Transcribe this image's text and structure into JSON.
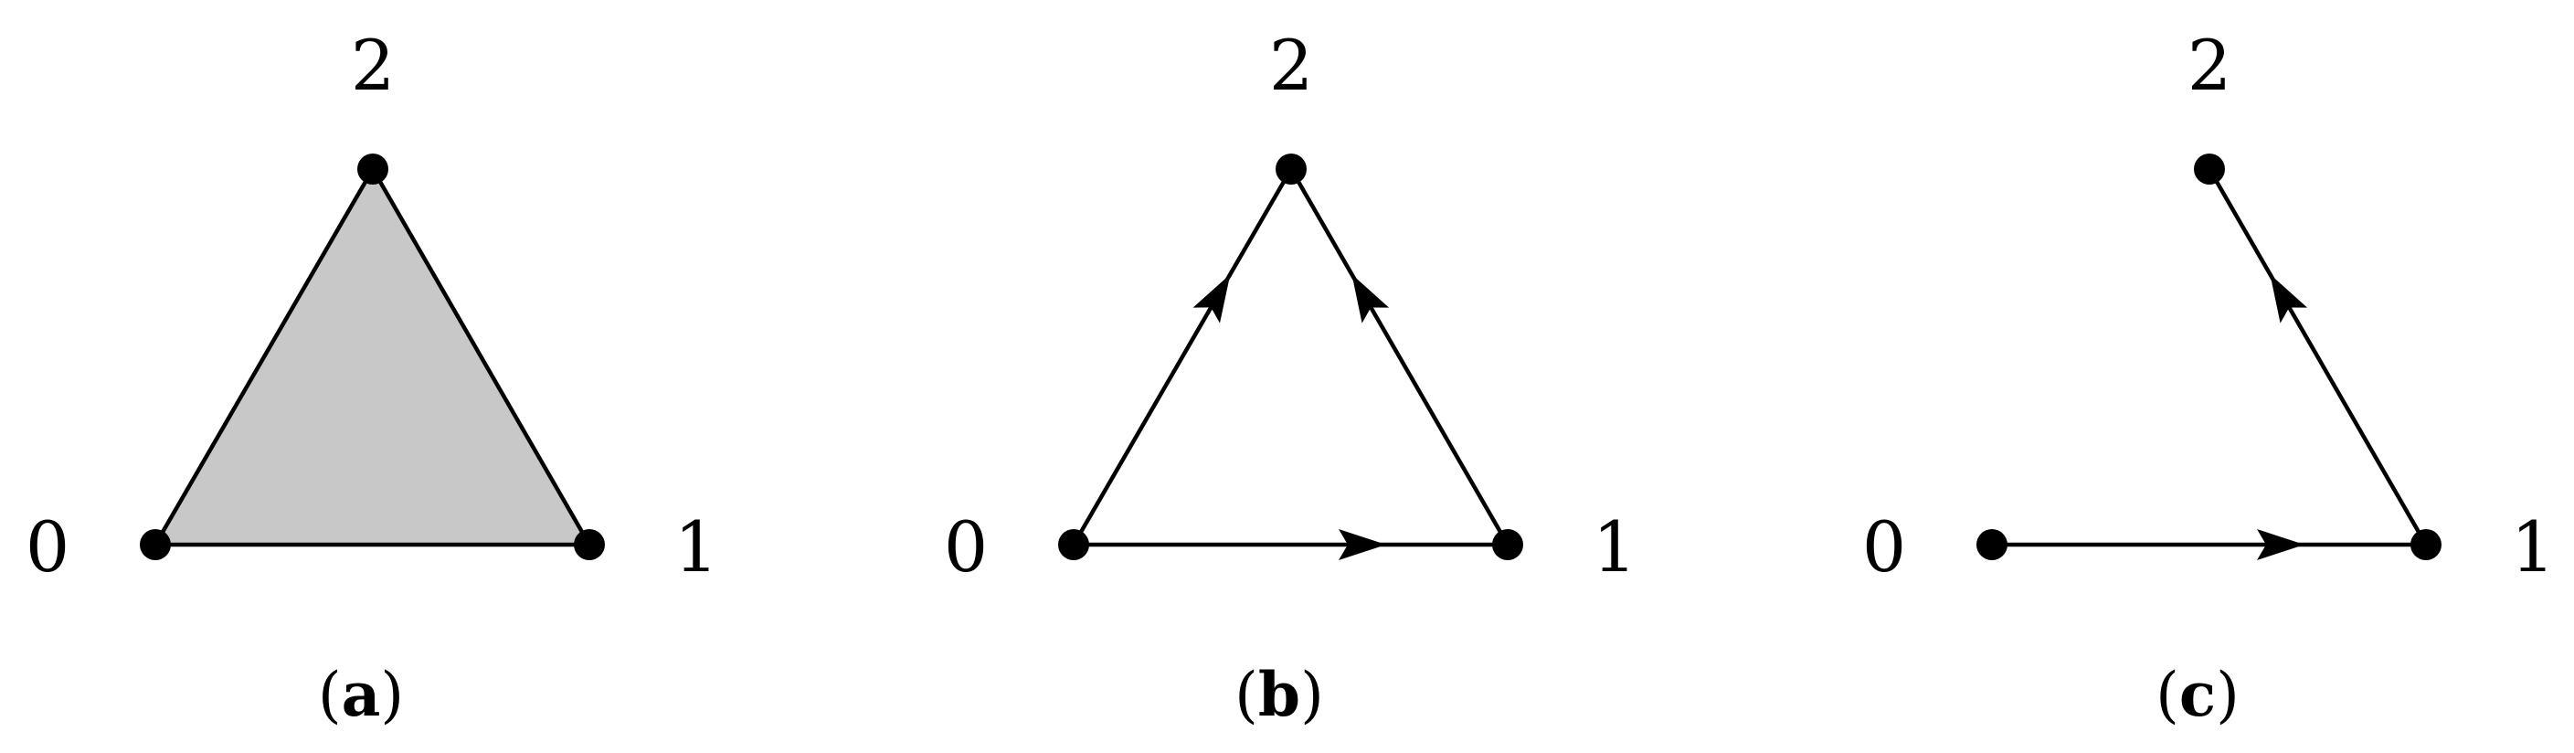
{
  "colors": {
    "stroke": "#000000",
    "fill_shaded": "#c8c8c8",
    "background": "#ffffff"
  },
  "panels": [
    {
      "id": "a",
      "caption_open": "(",
      "caption_letter": "a",
      "caption_close": ")",
      "shaded": true,
      "vertices": [
        {
          "label": "0"
        },
        {
          "label": "1"
        },
        {
          "label": "2"
        }
      ],
      "edges": [
        "0-1",
        "1-2",
        "0-2"
      ],
      "arrows": []
    },
    {
      "id": "b",
      "caption_open": "(",
      "caption_letter": "b",
      "caption_close": ")",
      "shaded": false,
      "vertices": [
        {
          "label": "0"
        },
        {
          "label": "1"
        },
        {
          "label": "2"
        }
      ],
      "edges": [
        "0-1",
        "1-2",
        "0-2"
      ],
      "arrows": [
        "0->1",
        "0->2",
        "1->2"
      ]
    },
    {
      "id": "c",
      "caption_open": "(",
      "caption_letter": "c",
      "caption_close": ")",
      "shaded": false,
      "vertices": [
        {
          "label": "0"
        },
        {
          "label": "1"
        },
        {
          "label": "2"
        }
      ],
      "edges": [
        "0-1",
        "1-2"
      ],
      "arrows": [
        "0->1",
        "1->2"
      ]
    }
  ]
}
